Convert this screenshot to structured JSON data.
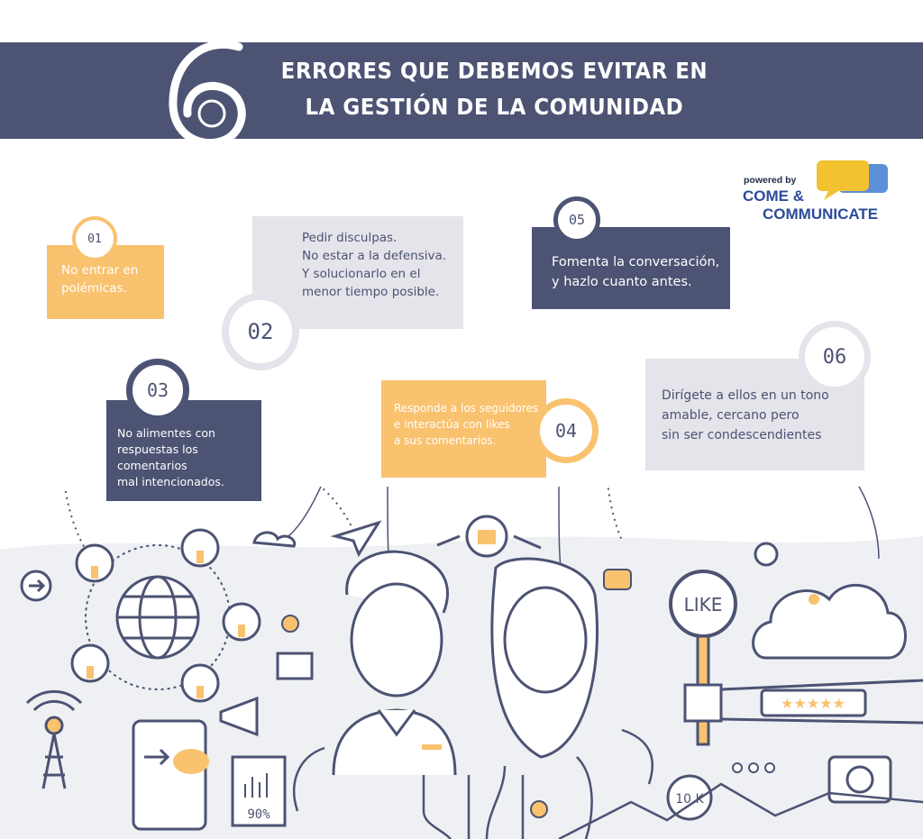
{
  "header": {
    "number": "6",
    "title_line1": "ERRORES QUE DEBEMOS EVITAR EN",
    "title_line2": "LA GESTIÓN DE LA COMUNIDAD"
  },
  "brand": {
    "powered_by": "powered by",
    "name_line1": "COME &",
    "name_line2": "COMMUNICATE"
  },
  "errors": [
    {
      "number": "01",
      "lines": [
        "No entrar en",
        "polémicas."
      ]
    },
    {
      "number": "02",
      "lines": [
        "Pedir disculpas.",
        "No estar a la defensiva.",
        "Y solucionarlo en el",
        "menor tiempo posible."
      ]
    },
    {
      "number": "03",
      "lines": [
        "No alimentes con",
        "respuestas los comentarios",
        "mal intencionados."
      ]
    },
    {
      "number": "04",
      "lines": [
        "Responde a los seguidores",
        "e interactúa con likes",
        "a sus comentarios."
      ]
    },
    {
      "number": "05",
      "lines": [
        "Fomenta la conversación,",
        "y hazlo cuanto antes."
      ]
    },
    {
      "number": "06",
      "lines": [
        "Dirígete a ellos en un tono",
        "amable, cercano pero",
        "sin ser condescendientes"
      ]
    }
  ],
  "illustration": {
    "like_sign": "LIKE",
    "stat_percent": "90%",
    "followers": "10.K"
  },
  "colors": {
    "navy": "#4c5373",
    "orange": "#f9c26f",
    "grey": "#e4e4ea"
  }
}
